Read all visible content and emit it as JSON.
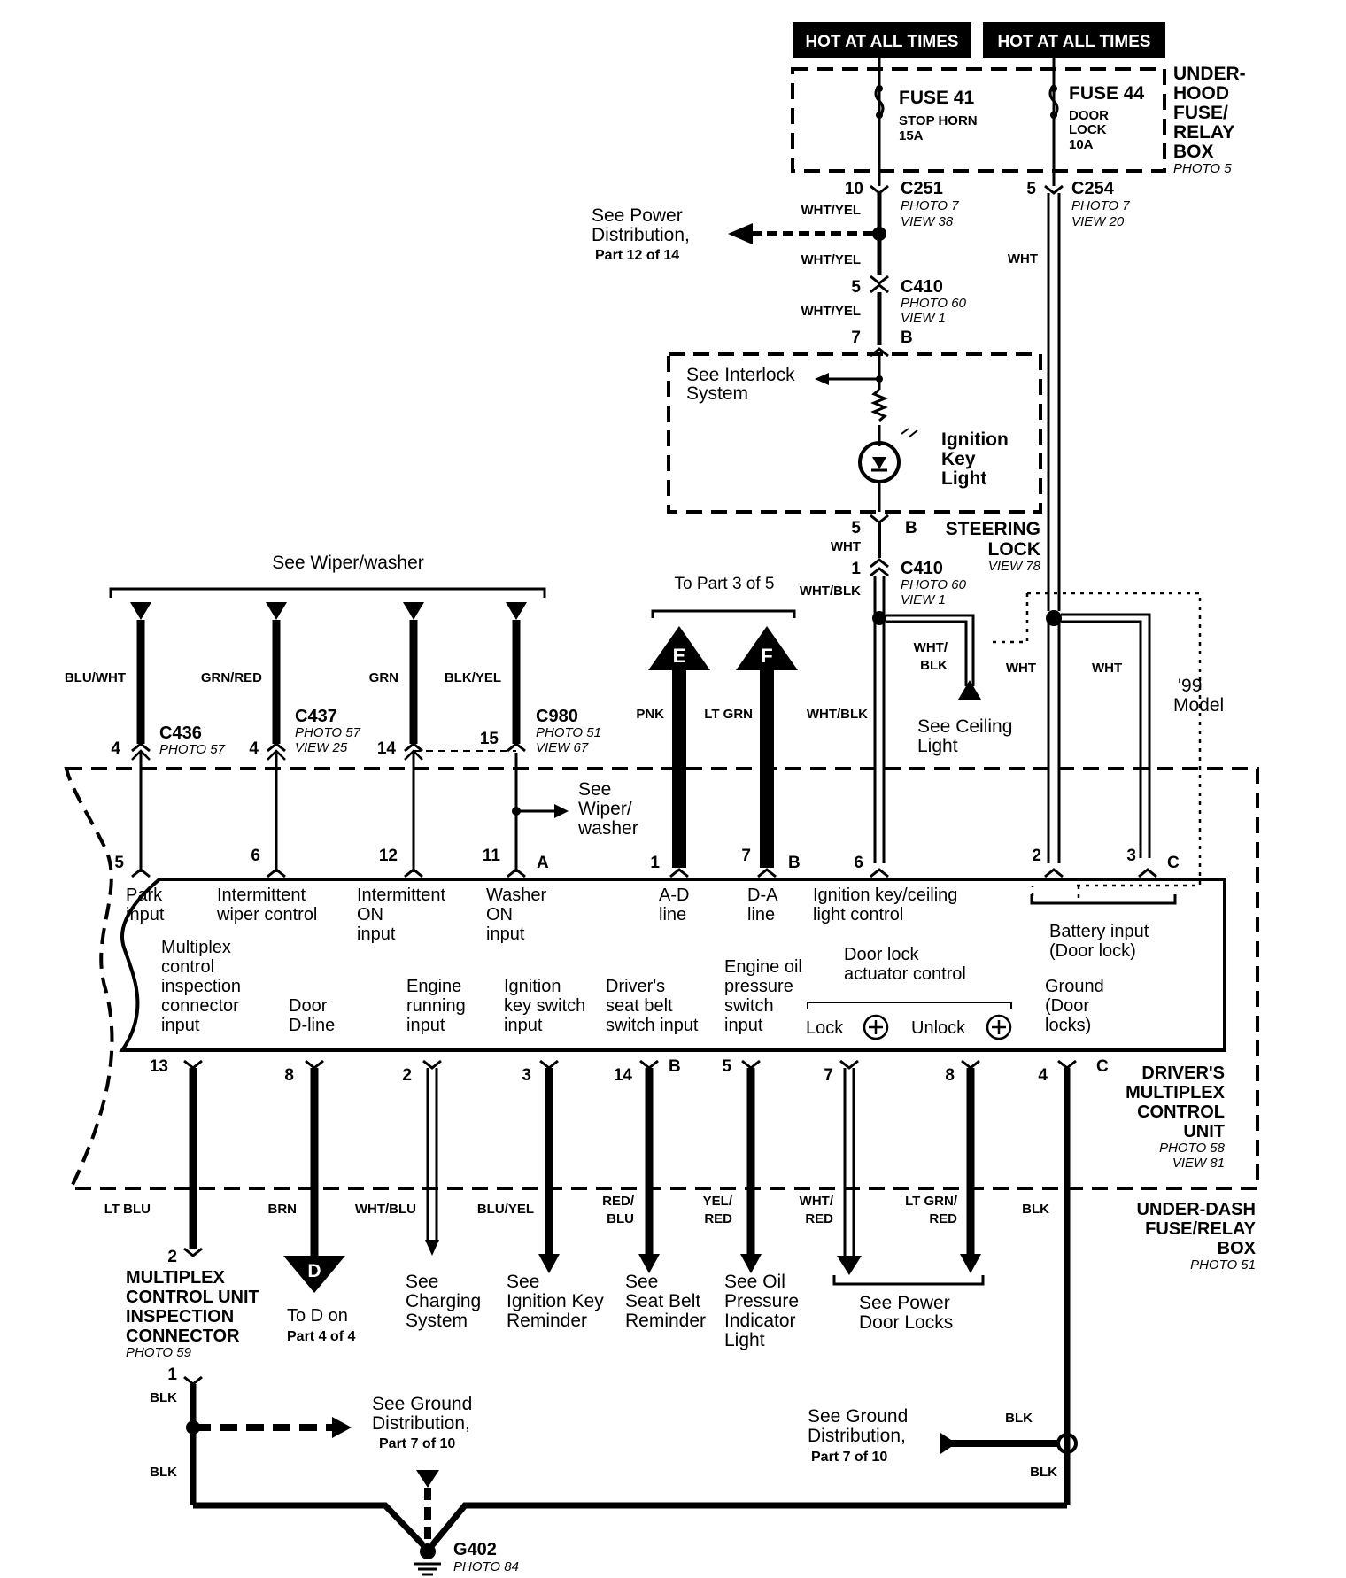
{
  "hot": [
    "HOT AT ALL TIMES",
    "HOT AT ALL TIMES"
  ],
  "underhood": {
    "lines": [
      "UNDER-",
      "HOOD",
      "FUSE/",
      "RELAY",
      "BOX"
    ],
    "photo": "PHOTO 5",
    "fuse41": {
      "name": "FUSE 41",
      "l1": "STOP HORN",
      "l2": "15A"
    },
    "fuse44": {
      "name": "FUSE 44",
      "l1": "DOOR",
      "l2": "LOCK",
      "l3": "10A"
    }
  },
  "c251": {
    "pin": "10",
    "name": "C251",
    "photo": "PHOTO 7",
    "view": "VIEW 38",
    "wire": "WHT/YEL"
  },
  "c254": {
    "pin": "5",
    "name": "C254",
    "photo": "PHOTO 7",
    "view": "VIEW 20",
    "wire": "WHT"
  },
  "power_ref": {
    "l1": "See Power",
    "l2": "Distribution,",
    "l3": "Part 12 of 14"
  },
  "c410a": {
    "wire1": "WHT/YEL",
    "pin5": "5",
    "name": "C410",
    "photo": "PHOTO 60",
    "view": "VIEW 1",
    "wire2": "WHT/YEL",
    "pin7": "7",
    "letter": "B"
  },
  "lock": {
    "interlock1": "See Interlock",
    "interlock2": "System",
    "key1": "Ignition",
    "key2": "Key",
    "key3": "Light",
    "pin5": "5",
    "b": "B",
    "title1": "STEERING",
    "title2": "LOCK",
    "view": "VIEW 78"
  },
  "c410b": {
    "wire": "WHT",
    "pin1": "1",
    "name": "C410",
    "photo": "PHOTO 60",
    "view": "VIEW 1",
    "wire2": "WHT/BLK"
  },
  "ceiling": {
    "w1": "WHT/",
    "w2": "BLK",
    "l1": "See Ceiling",
    "l2": "Light"
  },
  "model99": {
    "l1": "'99",
    "l2": "Model",
    "wht1": "WHT",
    "wht2": "WHT"
  },
  "wiper_ref": "See Wiper/washer",
  "part3": "To Part 3 of 5",
  "wires_top": [
    "BLU/WHT",
    "GRN/RED",
    "GRN",
    "BLK/YEL",
    "PNK",
    "LT GRN",
    "WHT/BLK"
  ],
  "arrows": [
    "E",
    "F"
  ],
  "c436": {
    "pin": "4",
    "name": "C436",
    "photo": "PHOTO 57"
  },
  "c437": {
    "pin": "4",
    "name": "C437",
    "photo": "PHOTO 57",
    "view": "VIEW 25"
  },
  "c980": {
    "pin14": "14",
    "pin15": "15",
    "name": "C980",
    "photo": "PHOTO 51",
    "view": "VIEW 67"
  },
  "wiper_side": [
    "See",
    "Wiper/",
    "washer"
  ],
  "top_pins": [
    "5",
    "6",
    "12",
    "11",
    "A",
    "1",
    "7",
    "B",
    "6",
    "2",
    "3",
    "C"
  ],
  "unit_top_labels": [
    [
      "Park",
      "input"
    ],
    [
      "Intermittent",
      "wiper control"
    ],
    [
      "Intermittent",
      "ON",
      "input"
    ],
    [
      "Washer",
      "ON",
      "input"
    ],
    [
      "A-D",
      "line"
    ],
    [
      "D-A",
      "line"
    ],
    [
      "Ignition key/ceiling",
      "light control"
    ],
    [
      "Battery input",
      "(Door lock)"
    ]
  ],
  "unit_bottom_labels": [
    [
      "Multiplex",
      "control",
      "inspection",
      "connector",
      "input"
    ],
    [
      "Door",
      "D-line"
    ],
    [
      "Engine",
      "running",
      "input"
    ],
    [
      "Ignition",
      "key switch",
      "input"
    ],
    [
      "Driver's",
      "seat belt",
      "switch input"
    ],
    [
      "Engine oil",
      "pressure",
      "switch",
      "input"
    ],
    [
      "Door lock",
      "actuator control"
    ],
    [
      "Ground",
      "(Door",
      "locks)"
    ]
  ],
  "lock_label": "Lock",
  "unlock_label": "Unlock",
  "bottom_pins": [
    "13",
    "8",
    "2",
    "3",
    "14",
    "B",
    "5",
    "7",
    "8",
    "4",
    "C"
  ],
  "driver_unit": {
    "lines": [
      "DRIVER'S",
      "MULTIPLEX",
      "CONTROL",
      "UNIT"
    ],
    "photo": "PHOTO 58",
    "view": "VIEW 81"
  },
  "underdash": {
    "lines": [
      "UNDER-DASH",
      "FUSE/RELAY",
      "BOX"
    ],
    "photo": "PHOTO 51"
  },
  "wires_bottom": [
    "LT BLU",
    "BRN",
    "WHT/BLU",
    "BLU/YEL",
    "RED/",
    "BLU",
    "YEL/",
    "RED",
    "WHT/",
    "RED",
    "LT GRN/",
    "RED",
    "BLK"
  ],
  "inspection": {
    "pin": "2",
    "lines": [
      "MULTIPLEX",
      "CONTROL UNIT",
      "INSPECTION",
      "CONNECTOR"
    ],
    "photo": "PHOTO 59"
  },
  "to_d": {
    "letter": "D",
    "l1": "To D on",
    "l2": "Part 4 of 4"
  },
  "refs": [
    [
      "See",
      "Charging",
      "System"
    ],
    [
      "See",
      "Ignition Key",
      "Reminder"
    ],
    [
      "See",
      "Seat Belt",
      "Reminder"
    ],
    [
      "See Oil",
      "Pressure",
      "Indicator",
      "Light"
    ],
    [
      "See Power",
      "Door Locks"
    ]
  ],
  "ground": {
    "pin1": "1",
    "blk": [
      "BLK",
      "BLK",
      "BLK",
      "BLK"
    ],
    "ref1": [
      "See Ground",
      "Distribution,",
      "Part 7 of 10"
    ],
    "ref2": [
      "See Ground",
      "Distribution,",
      "Part 7 of 10"
    ],
    "name": "G402",
    "photo": "PHOTO 84"
  }
}
